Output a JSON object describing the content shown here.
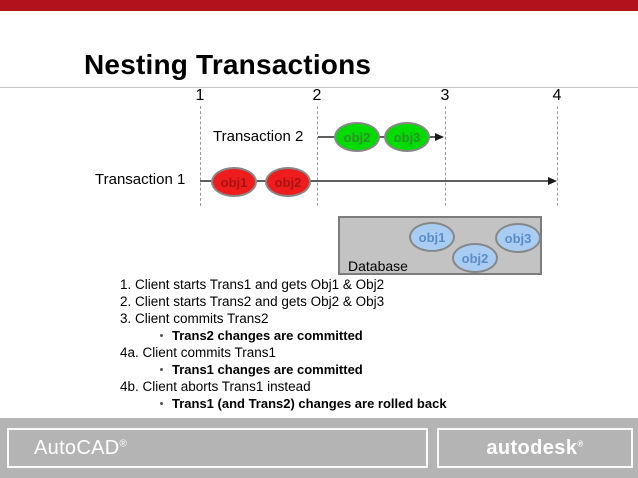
{
  "slide": {
    "title": "Nesting Transactions"
  },
  "timeline": {
    "ticks": [
      {
        "label": "1"
      },
      {
        "label": "2"
      },
      {
        "label": "3"
      },
      {
        "label": "4"
      }
    ],
    "transaction2": {
      "label": "Transaction 2",
      "objects": [
        {
          "label": "obj2"
        },
        {
          "label": "obj3"
        }
      ]
    },
    "transaction1": {
      "label": "Transaction 1",
      "objects": [
        {
          "label": "obj1"
        },
        {
          "label": "obj2"
        }
      ]
    }
  },
  "database": {
    "label": "Database",
    "objects": [
      {
        "label": "obj1"
      },
      {
        "label": "obj2"
      },
      {
        "label": "obj3"
      }
    ]
  },
  "steps": [
    {
      "kind": "item",
      "text": "1. Client starts Trans1 and gets Obj1 & Obj2"
    },
    {
      "kind": "item",
      "text": "2. Client starts Trans2 and gets Obj2 & Obj3"
    },
    {
      "kind": "item",
      "text": "3. Client commits Trans2"
    },
    {
      "kind": "bullet",
      "text": "Trans2 changes are committed"
    },
    {
      "kind": "item",
      "text": "4a. Client commits Trans1"
    },
    {
      "kind": "bullet",
      "text": "Trans1 changes are committed"
    },
    {
      "kind": "item",
      "text": "4b. Client aborts Trans1 instead"
    },
    {
      "kind": "bullet",
      "text": "Trans1 (and Trans2) changes are rolled back"
    }
  ],
  "footer": {
    "product": "AutoCAD",
    "product_mark": "®",
    "brand": "autodesk",
    "brand_mark": "®"
  },
  "colors": {
    "top_bar": "#b2121b",
    "transaction1_fill": "#ee1c1c",
    "transaction2_fill": "#00dc00",
    "database_object_fill": "#a9cdf2",
    "database_box_bg": "#c3c3c3",
    "footer_bg": "#b4b4b4",
    "footer_text": "#ffffff"
  }
}
